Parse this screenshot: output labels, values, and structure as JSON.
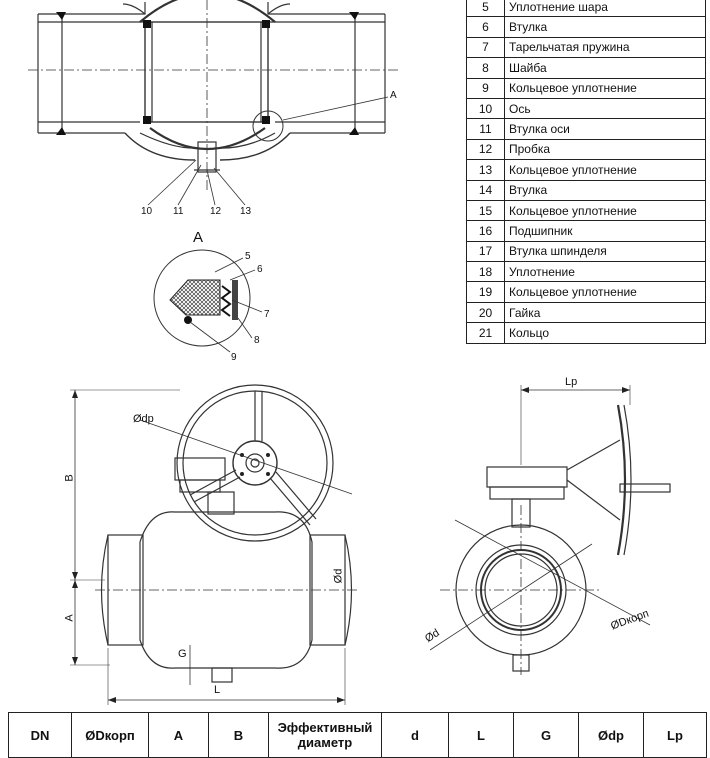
{
  "parts": [
    {
      "num": "5",
      "name": "Уплотнение шара"
    },
    {
      "num": "6",
      "name": "Втулка"
    },
    {
      "num": "7",
      "name": "Тарельчатая пружина"
    },
    {
      "num": "8",
      "name": "Шайба"
    },
    {
      "num": "9",
      "name": "Кольцевое уплотнение"
    },
    {
      "num": "10",
      "name": "Ось"
    },
    {
      "num": "11",
      "name": "Втулка оси"
    },
    {
      "num": "12",
      "name": "Пробка"
    },
    {
      "num": "13",
      "name": "Кольцевое уплотнение"
    },
    {
      "num": "14",
      "name": "Втулка"
    },
    {
      "num": "15",
      "name": "Кольцевое уплотнение"
    },
    {
      "num": "16",
      "name": "Подшипник"
    },
    {
      "num": "17",
      "name": "Втулка шпинделя"
    },
    {
      "num": "18",
      "name": "Уплотнение"
    },
    {
      "num": "19",
      "name": "Кольцевое уплотнение"
    },
    {
      "num": "20",
      "name": "Гайка"
    },
    {
      "num": "21",
      "name": "Кольцо"
    }
  ],
  "section_drawing": {
    "callout_a": "A",
    "labels": [
      "10",
      "11",
      "12",
      "13"
    ]
  },
  "detail_a": {
    "title": "A",
    "labels": {
      "p5": "5",
      "p6": "6",
      "p7": "7",
      "p8": "8",
      "p9": "9"
    }
  },
  "front_view": {
    "dim_dp": "Ødp",
    "dim_b": "B",
    "dim_a": "A",
    "dim_d": "Ød",
    "dim_g": "G",
    "dim_l": "L"
  },
  "side_view": {
    "dim_lp": "Lp",
    "dim_d": "Ød",
    "dim_dkorp": "ØDкорп"
  },
  "spec_table": {
    "headers": [
      "DN",
      "ØDкорп",
      "A",
      "B",
      "Эффективный диаметр",
      "d",
      "L",
      "G",
      "Ødp",
      "Lp"
    ]
  }
}
